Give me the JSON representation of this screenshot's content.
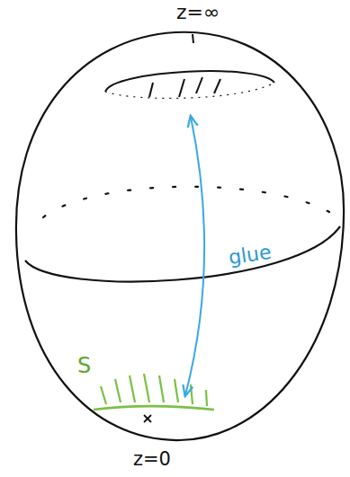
{
  "diagram": {
    "labels": [
      "z=∞",
      "glue",
      "S",
      "z=0"
    ]
  }
}
